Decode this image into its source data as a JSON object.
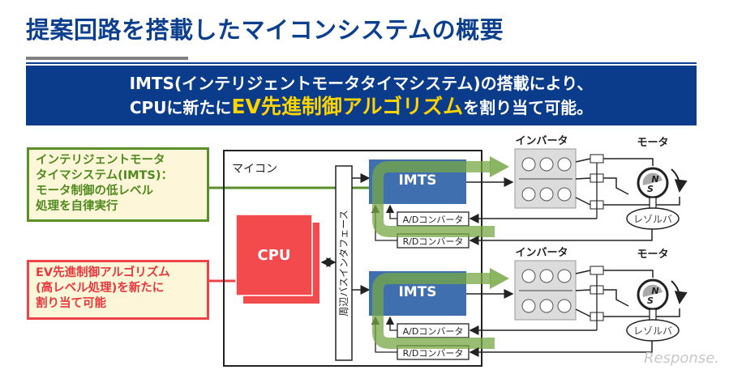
{
  "title": "提案回路を搭載したマイコンシステムの概要",
  "banner": {
    "line1": "IMTS(インテリジェントモータタイマシステム)の搭載により、",
    "line2_pre": "CPUに新たに",
    "line2_highlight": "EV先進制御アルゴリズム",
    "line2_post": "を割り当て可能。"
  },
  "callouts": {
    "imts": [
      "インテリジェントモータ",
      "タイマシステム(IMTS)：",
      "モータ制御の低レベル",
      "処理を自律実行"
    ],
    "ev": [
      "EV先進制御アルゴリズム",
      "(高レベル処理)を新たに",
      "割り当て可能"
    ]
  },
  "diagram": {
    "mcu_label": "マイコン",
    "cpu_label": "CPU",
    "bus_label": "周辺バスインタフェース",
    "units": [
      {
        "imts_label": "IMTS",
        "ad_label": "A/Dコンバータ",
        "rd_label": "R/Dコンバータ",
        "inverter_label": "インバータ",
        "motor_label": "モータ",
        "resolver_label": "レゾルバ"
      },
      {
        "imts_label": "IMTS",
        "ad_label": "A/Dコンバータ",
        "rd_label": "R/Dコンバータ",
        "inverter_label": "インバータ",
        "motor_label": "モータ",
        "resolver_label": "レゾルバ"
      }
    ],
    "motor_poles": {
      "north": "N",
      "south": "S"
    }
  },
  "colors": {
    "title_blue": "#0d3f8f",
    "banner_blue": "#0b3c8c",
    "highlight_yellow": "#ffd400",
    "imts_blue": "#3f6fae",
    "cpu_red": "#f24a4d",
    "green_arrow": "#77a844",
    "callout_green": "#5a8f2a",
    "callout_red": "#ee4348"
  },
  "watermark": "Response."
}
